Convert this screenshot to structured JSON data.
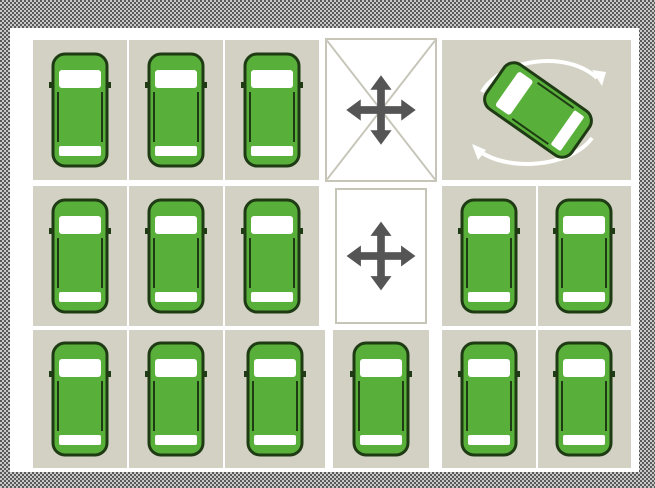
{
  "board": {
    "rows": 3,
    "colors": {
      "frame_dark": "#5a5a5a",
      "frame_light": "#c8c8c8",
      "slot": "#d3d1c4",
      "car_body": "#58b03a",
      "car_outline": "#1e3b14",
      "window": "#ffffff",
      "move_arrow": "#555555",
      "rotate_arrow": "#ffffff"
    },
    "tiles": [
      {
        "row": 1,
        "col": 1,
        "kind": "car",
        "icon": "car-icon"
      },
      {
        "row": 1,
        "col": 2,
        "kind": "car",
        "icon": "car-icon"
      },
      {
        "row": 1,
        "col": 3,
        "kind": "car",
        "icon": "car-icon"
      },
      {
        "row": 1,
        "col": 4,
        "kind": "empty-crossed",
        "icon": "move-arrows-icon"
      },
      {
        "row": 1,
        "col": 5,
        "kind": "rotating-car",
        "icon": "rotate-arrows-icon"
      },
      {
        "row": 2,
        "col": 1,
        "kind": "car",
        "icon": "car-icon"
      },
      {
        "row": 2,
        "col": 2,
        "kind": "car",
        "icon": "car-icon"
      },
      {
        "row": 2,
        "col": 3,
        "kind": "car",
        "icon": "car-icon"
      },
      {
        "row": 2,
        "col": 4,
        "kind": "empty",
        "icon": "move-arrows-icon"
      },
      {
        "row": 2,
        "col": 5,
        "kind": "car",
        "icon": "car-icon"
      },
      {
        "row": 2,
        "col": 6,
        "kind": "car",
        "icon": "car-icon"
      },
      {
        "row": 3,
        "col": 1,
        "kind": "car",
        "icon": "car-icon"
      },
      {
        "row": 3,
        "col": 2,
        "kind": "car",
        "icon": "car-icon"
      },
      {
        "row": 3,
        "col": 3,
        "kind": "car",
        "icon": "car-icon"
      },
      {
        "row": 3,
        "col": 4,
        "kind": "car",
        "icon": "car-icon"
      },
      {
        "row": 3,
        "col": 5,
        "kind": "car",
        "icon": "car-icon"
      },
      {
        "row": 3,
        "col": 6,
        "kind": "car",
        "icon": "car-icon"
      }
    ]
  }
}
